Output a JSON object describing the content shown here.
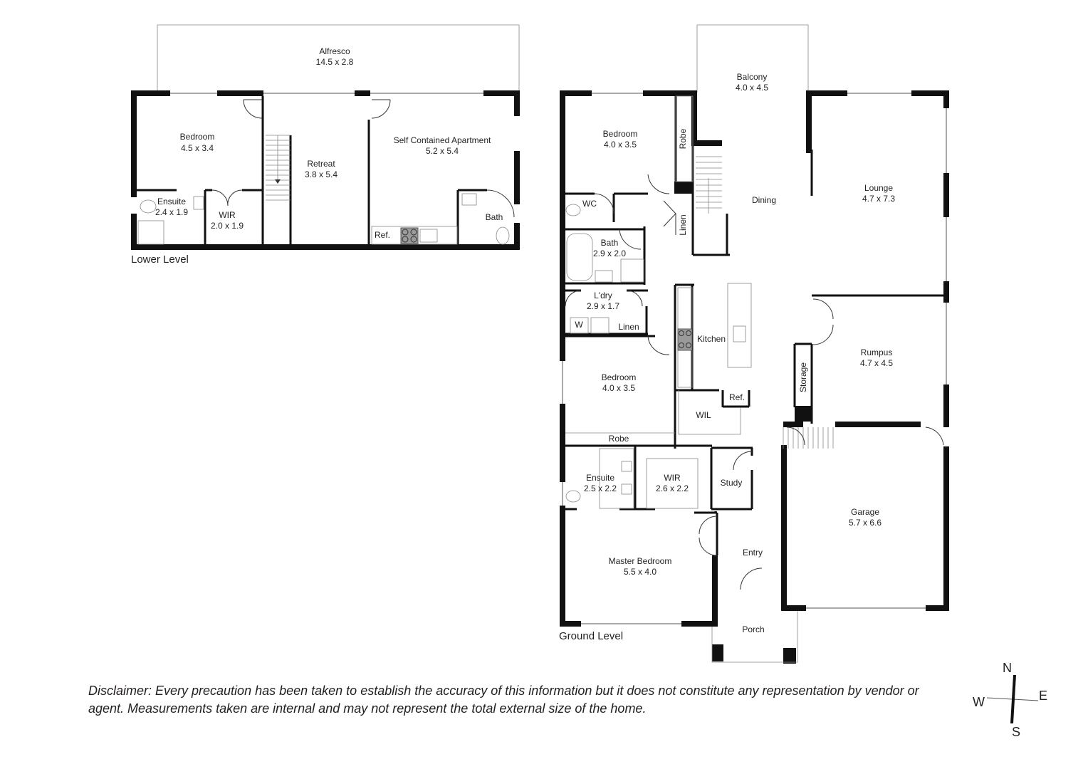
{
  "levels": {
    "lower": "Lower Level",
    "ground": "Ground Level"
  },
  "rooms": {
    "alfresco": {
      "name": "Alfresco",
      "dim": "14.5 x 2.8"
    },
    "lower_bedroom": {
      "name": "Bedroom",
      "dim": "4.5 x 3.4"
    },
    "retreat": {
      "name": "Retreat",
      "dim": "3.8 x 5.4"
    },
    "apartment": {
      "name": "Self Contained Apartment",
      "dim": "5.2 x 5.4"
    },
    "lower_ensuite": {
      "name": "Ensuite",
      "dim": "2.4 x 1.9"
    },
    "lower_wir": {
      "name": "WIR",
      "dim": "2.0 x 1.9"
    },
    "lower_bath": {
      "name": "Bath"
    },
    "lower_ref": {
      "name": "Ref."
    },
    "balcony": {
      "name": "Balcony",
      "dim": "4.0 x 4.5"
    },
    "bedroom_top": {
      "name": "Bedroom",
      "dim": "4.0 x 3.5"
    },
    "robe_top": {
      "name": "Robe"
    },
    "wc": {
      "name": "WC"
    },
    "linen_top": {
      "name": "Linen"
    },
    "dining": {
      "name": "Dining"
    },
    "lounge": {
      "name": "Lounge",
      "dim": "4.7 x 7.3"
    },
    "bath": {
      "name": "Bath",
      "dim": "2.9 x 2.0"
    },
    "laundry": {
      "name": "L'dry",
      "dim": "2.9 x 1.7"
    },
    "washer": {
      "name": "W"
    },
    "linen_low": {
      "name": "Linen"
    },
    "kitchen": {
      "name": "Kitchen"
    },
    "rumpus": {
      "name": "Rumpus",
      "dim": "4.7 x 4.5"
    },
    "storage": {
      "name": "Storage"
    },
    "bedroom_mid": {
      "name": "Bedroom",
      "dim": "4.0 x 3.5"
    },
    "ref": {
      "name": "Ref."
    },
    "wil": {
      "name": "WIL"
    },
    "robe_mid": {
      "name": "Robe"
    },
    "ensuite": {
      "name": "Ensuite",
      "dim": "2.5 x 2.2"
    },
    "wir": {
      "name": "WIR",
      "dim": "2.6 x 2.2"
    },
    "study": {
      "name": "Study"
    },
    "garage": {
      "name": "Garage",
      "dim": "5.7 x 6.6"
    },
    "entry": {
      "name": "Entry"
    },
    "master": {
      "name": "Master Bedroom",
      "dim": "5.5 x 4.0"
    },
    "porch": {
      "name": "Porch"
    }
  },
  "compass": {
    "n": "N",
    "e": "E",
    "s": "S",
    "w": "W"
  },
  "disclaimer": "Disclaimer: Every precaution has been taken to establish the accuracy of this information but it does not constitute any representation by vendor or agent. Measurements taken are internal and may not represent the total external size of the home."
}
